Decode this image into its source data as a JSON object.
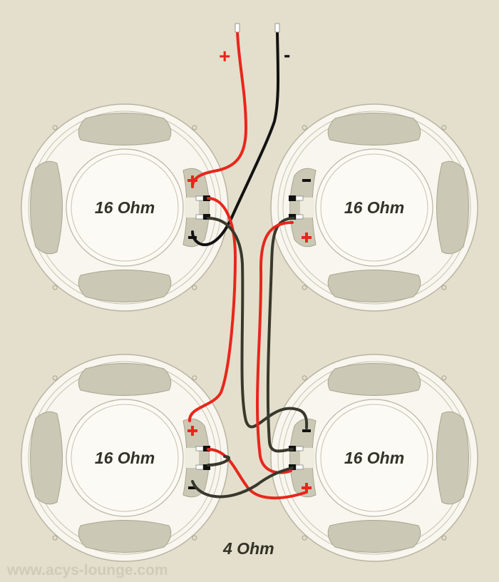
{
  "speakers": [
    {
      "label": "16 Ohm",
      "terminal_side": "right"
    },
    {
      "label": "16 Ohm",
      "terminal_side": "left"
    },
    {
      "label": "16 Ohm",
      "terminal_side": "right"
    },
    {
      "label": "16 Ohm",
      "terminal_side": "left"
    }
  ],
  "leads": {
    "plus": "+",
    "minus": "-"
  },
  "total_label": "4 Ohm",
  "watermark": "www.acys-lounge.com",
  "colors": {
    "background": "#e3dfcc",
    "speaker": "#f8f6ee",
    "window": "#cbc9b5",
    "positive_wire": "#e8261c",
    "negative_wire": "#121212",
    "link_wire": "#38382c"
  }
}
